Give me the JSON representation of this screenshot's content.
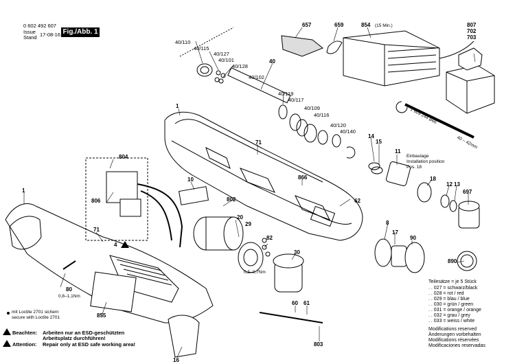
{
  "header": {
    "doc_number": "0 602 492 607",
    "issue_label": "Issue",
    "stand_label": "Stand",
    "issue_date": "17-08-16",
    "fig_label": "Fig./Abb. 1"
  },
  "parts": {
    "p1a": "1",
    "p1b": "1",
    "p40": "40",
    "p40_110": "40/110",
    "p40_115": "40/115",
    "p40_127": "40/127",
    "p40_101": "40/101",
    "p40_128": "40/128",
    "p40_102": "40/102",
    "p40_119": "40/119",
    "p40_117": "40/117",
    "p40_109": "40/109",
    "p40_116": "40/116",
    "p40_120": "40/120",
    "p40_140": "40/140",
    "p657": "657",
    "p659": "659",
    "p854": "854",
    "p854_note": "(15 Min.)",
    "p807": "807",
    "p702": "702",
    "p703": "703",
    "p14": "14",
    "p15": "15",
    "p11": "11",
    "p18": "18",
    "p12": "12",
    "p13": "13",
    "p697": "697",
    "p71a": "71",
    "p71b": "71",
    "p804": "804",
    "p806": "806",
    "p866": "866",
    "p62": "62",
    "p10": "10",
    "p802": "802",
    "p20": "20",
    "p29": "29",
    "p82": "82",
    "p30": "30",
    "p8": "8",
    "p17": "17",
    "p90": "90",
    "p890": "890",
    "p4": "4",
    "p80": "80",
    "p855": "855",
    "p60": "60",
    "p61": "61",
    "p803": "803",
    "p16": "16",
    "torque80": "0,8–1,1Nm",
    "torque82": "0,5–0,7Nm",
    "wrench_code": "1 609 244 B66",
    "wrench_size": "40 – 42mm",
    "install_de": "Einbaulage",
    "install_en": "Installation position",
    "install_pos": "Pos. 18"
  },
  "legend": {
    "title": "Teilesätze = je 5 Stück",
    "rows": [
      ". . 027 = schwarz/black",
      ". . 028 = rot / red",
      ". . 029 = blau / blue",
      ". . 030 = grün / green",
      ". . 031 = orange / orange",
      ". . 032 = grau / grey",
      ". . 033 = weiss / white"
    ],
    "mods": [
      "Modifications reserved",
      "Änderungen vorbehalten",
      "Modifications réservées",
      "Modificaciones reservadas"
    ]
  },
  "notes": {
    "loctite_de": "mit Loctite 2701 sichern",
    "loctite_en": "secure with Loctite 2701",
    "beachten_label": "Beachten:",
    "beachten_text1": "Arbeiten nur an ESD-geschützten",
    "beachten_text2": "Arbeitsplatz durchführen!",
    "attention_label": "Attention:",
    "attention_text": "Repair only at ESD safe working area!"
  },
  "colors": {
    "ink": "#000000",
    "paper": "#ffffff"
  }
}
